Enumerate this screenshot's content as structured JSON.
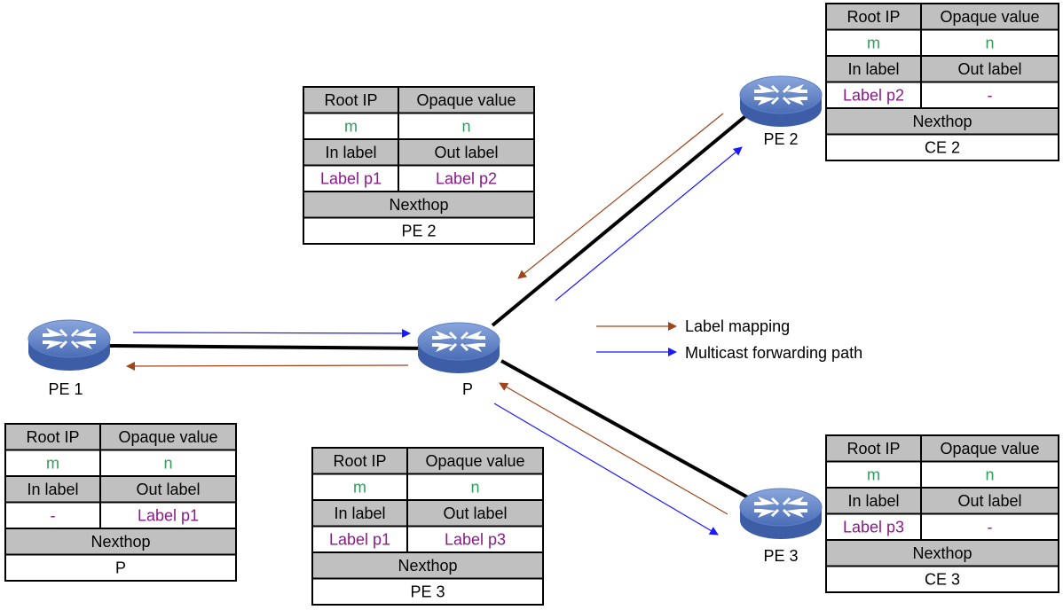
{
  "colors": {
    "header_bg": "#c0c0c0",
    "root_value": "#2e9e5b",
    "label_value": "#8a1a8a",
    "label_mapping": "#a0441a",
    "multicast_path": "#1a1aff",
    "link": "#000000",
    "router_top": "#6f8cc8",
    "router_body": "#3d5ea6"
  },
  "routers": [
    {
      "id": "pe1",
      "label": "PE 1",
      "icon": "router-icon"
    },
    {
      "id": "p",
      "label": "P",
      "icon": "router-icon"
    },
    {
      "id": "pe2",
      "label": "PE 2",
      "icon": "router-icon"
    },
    {
      "id": "pe3",
      "label": "PE 3",
      "icon": "router-icon"
    }
  ],
  "legend": [
    {
      "label": "Label mapping",
      "kind": "label-mapping"
    },
    {
      "label": "Multicast forwarding path",
      "kind": "multicast-path"
    }
  ],
  "tables": [
    {
      "id": "pe1",
      "headers": [
        "Root IP",
        "Opaque value"
      ],
      "root": [
        "m",
        "n"
      ],
      "label_headers": [
        "In label",
        "Out label"
      ],
      "labels": [
        "-",
        "Label p1"
      ],
      "nexthop_header": "Nexthop",
      "nexthop": "P"
    },
    {
      "id": "p1",
      "headers": [
        "Root IP",
        "Opaque value"
      ],
      "root": [
        "m",
        "n"
      ],
      "label_headers": [
        "In label",
        "Out label"
      ],
      "labels": [
        "Label p1",
        "Label p2"
      ],
      "nexthop_header": "Nexthop",
      "nexthop": "PE 2"
    },
    {
      "id": "p2",
      "headers": [
        "Root IP",
        "Opaque value"
      ],
      "root": [
        "m",
        "n"
      ],
      "label_headers": [
        "In label",
        "Out label"
      ],
      "labels": [
        "Label p1",
        "Label p3"
      ],
      "nexthop_header": "Nexthop",
      "nexthop": "PE 3"
    },
    {
      "id": "pe2",
      "headers": [
        "Root IP",
        "Opaque value"
      ],
      "root": [
        "m",
        "n"
      ],
      "label_headers": [
        "In label",
        "Out label"
      ],
      "labels": [
        "Label p2",
        "-"
      ],
      "nexthop_header": "Nexthop",
      "nexthop": "CE 2"
    },
    {
      "id": "pe3",
      "headers": [
        "Root IP",
        "Opaque value"
      ],
      "root": [
        "m",
        "n"
      ],
      "label_headers": [
        "In label",
        "Out label"
      ],
      "labels": [
        "Label p3",
        "-"
      ],
      "nexthop_header": "Nexthop",
      "nexthop": "CE 3"
    }
  ]
}
